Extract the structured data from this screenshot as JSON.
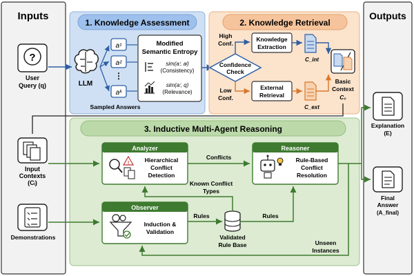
{
  "inputs": {
    "title": "Inputs",
    "user_query": {
      "line1": "User",
      "line2": "Query (q)"
    },
    "input_contexts": {
      "line1": "Input",
      "line2": "Contexts",
      "line3": "(Cᵢ)"
    },
    "demonstrations": "Demonstrations"
  },
  "outputs": {
    "title": "Outputs",
    "explanation": {
      "line1": "Explanation",
      "line2": "(E)"
    },
    "final_answer": {
      "line1": "Final",
      "line2": "Answer",
      "line3": "(A_final)"
    }
  },
  "assessment": {
    "title": "1. Knowledge Assessment",
    "llm": "LLM",
    "sampled_answers": "Sampled Answers",
    "answers": [
      "a¹",
      "a²",
      "⋮",
      "aᵏ"
    ],
    "entropy_title_1": "Modified",
    "entropy_title_2": "Semantic Entropy",
    "consistency_formula": "sim(aⁱ, aʲ)",
    "consistency": "(Consistency)",
    "relevance_formula": "sim(aⁱ, q)",
    "relevance": "(Relevance)"
  },
  "retrieval": {
    "title": "2. Knowledge Retrieval",
    "high_conf_1": "High",
    "high_conf_2": "Conf.",
    "low_conf_1": "Low",
    "low_conf_2": "Conf.",
    "confidence_check_1": "Confidence",
    "confidence_check_2": "Check",
    "knowledge_extraction_1": "Knowledge",
    "knowledge_extraction_2": "Extraction",
    "external_retrieval_1": "External",
    "external_retrieval_2": "Retrieval",
    "c_int": "C_int",
    "c_ext": "C_ext",
    "basic_context_1": "Basic",
    "basic_context_2": "Context",
    "basic_context_3": "C₀"
  },
  "reasoning": {
    "title": "3. Inductive Multi-Agent Reasoning",
    "analyzer": "Analyzer",
    "analyzer_desc_1": "Hierarchical",
    "analyzer_desc_2": "Conflict",
    "analyzer_desc_3": "Detection",
    "conflicts": "Conflicts",
    "reasoner": "Reasoner",
    "reasoner_desc_1": "Rule-Based",
    "reasoner_desc_2": "Conflict",
    "reasoner_desc_3": "Resolution",
    "known_conflict_1": "Known Conflict",
    "known_conflict_2": "Types",
    "observer": "Observer",
    "observer_desc_1": "Induction &",
    "observer_desc_2": "Validation",
    "rules_1": "Rules",
    "rules_2": "Rules",
    "validated_1": "Validated",
    "validated_2": "Rule Base",
    "unseen_1": "Unseen",
    "unseen_2": "Instances"
  },
  "colors": {
    "assessment_bg": "#cfe0f4",
    "retrieval_bg": "#fbe3cc",
    "reasoning_bg": "#dcebd2",
    "agent_header": "#3e7a30",
    "arrow_blue": "#2e5fa3",
    "arrow_orange": "#d9772b",
    "arrow_green": "#3e7a30"
  }
}
